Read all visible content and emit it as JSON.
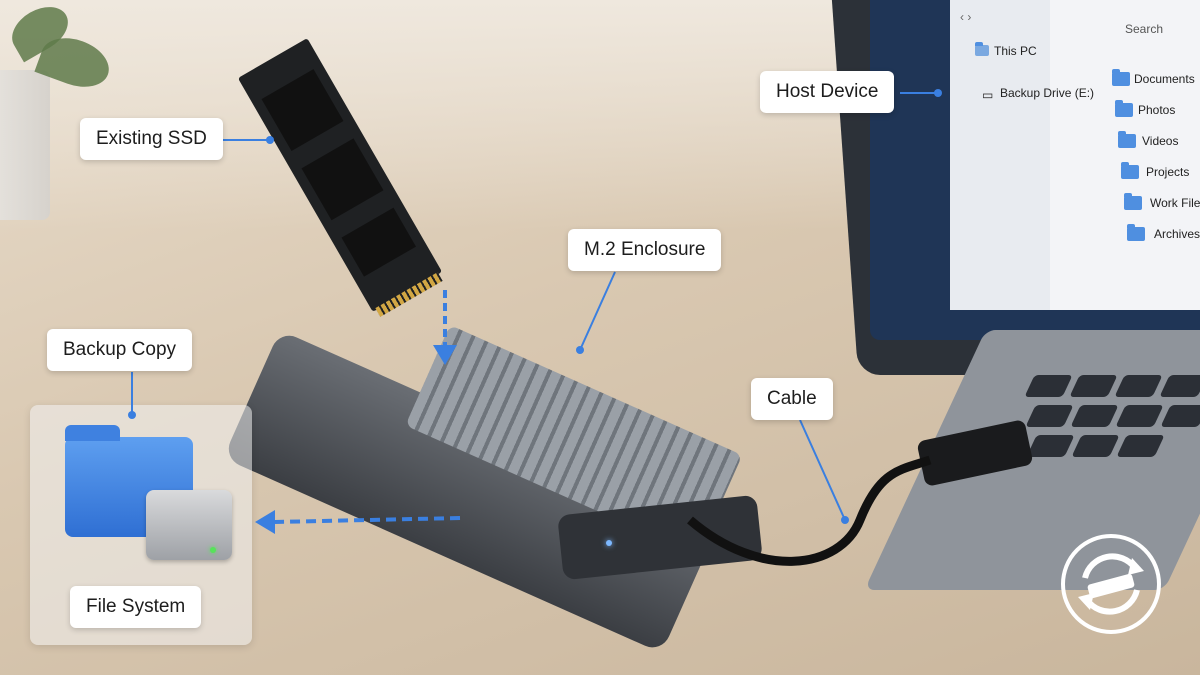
{
  "callouts": {
    "existing_ssd": "Existing SSD",
    "m2_enclosure": "M.2 Enclosure",
    "host_device": "Host Device",
    "backup_copy": "Backup Copy",
    "cable": "Cable",
    "file_system": "File System"
  },
  "explorer": {
    "search_placeholder": "Search",
    "nav": {
      "this_pc": "This PC",
      "backup_drive": "Backup Drive (E:)"
    },
    "folders": [
      "Documents",
      "Photos",
      "Videos",
      "Projects",
      "Work Files",
      "Archives"
    ]
  },
  "colors": {
    "arrow_blue": "#3a7fe0",
    "folder_blue": "#4f8fe0",
    "led_green": "#57e35a",
    "led_blue": "#7db8ff"
  },
  "icons": {
    "logo": "sync-logo-icon",
    "folder": "folder-icon",
    "drive": "external-drive-icon"
  }
}
